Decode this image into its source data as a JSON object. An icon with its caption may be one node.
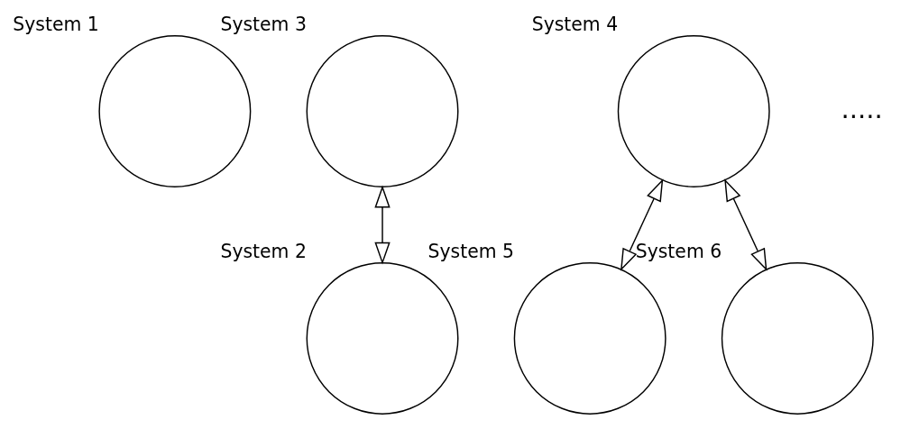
{
  "diagram": {
    "nodes": [
      {
        "text": [
          "System 1"
        ]
      },
      {
        "text": [
          "System 2"
        ]
      },
      {
        "text": [
          "System 3"
        ]
      },
      {
        "text": [
          "System 4"
        ]
      },
      {
        "text": [
          "System 5"
        ]
      },
      {
        "text": [
          "System 6"
        ]
      }
    ],
    "edges": [
      {
        "from": 2,
        "to": 1,
        "arrow": "both"
      },
      {
        "from": 3,
        "to": 5,
        "arrow": "both"
      },
      {
        "from": 3,
        "to": 4,
        "arrow": "both"
      }
    ],
    "labels": [
      "....."
    ]
  }
}
